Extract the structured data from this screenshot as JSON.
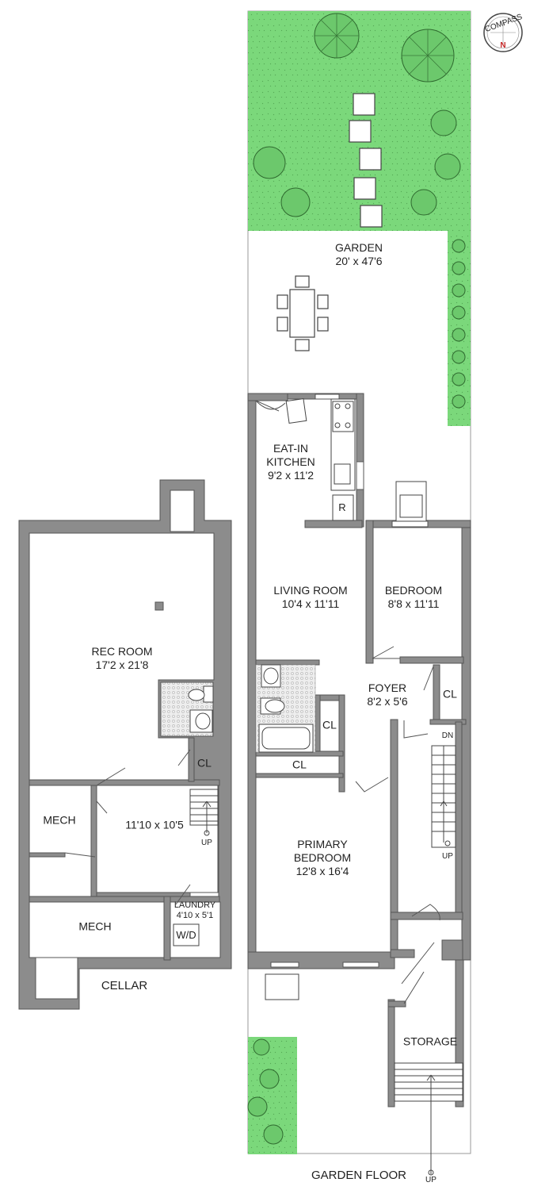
{
  "compass": {
    "text": "COMPASS",
    "north": "N"
  },
  "cellar": {
    "title": "CELLAR",
    "rec_room": {
      "name": "REC ROOM",
      "dims": "17'2 x 21'8"
    },
    "closet": "CL",
    "mech_upper": "MECH",
    "mech_lower": "MECH",
    "center_room_dims": "11'10 x 10'5",
    "stair_up": "UP",
    "laundry": {
      "name": "LAUNDRY",
      "dims": "4'10 x 5'1"
    },
    "washer_dryer": "W/D"
  },
  "garden_floor": {
    "title": "GARDEN FLOOR",
    "garden": {
      "name": "GARDEN",
      "dims": "20' x 47'6"
    },
    "kitchen": {
      "name_line1": "EAT-IN",
      "name_line2": "KITCHEN",
      "dims": "9'2 x 11'2"
    },
    "refrigerator": "R",
    "living_room": {
      "name": "LIVING ROOM",
      "dims": "10'4 x 11'11"
    },
    "bedroom": {
      "name": "BEDROOM",
      "dims": "8'8 x 11'11"
    },
    "foyer": {
      "name": "FOYER",
      "dims": "8'2 x 5'6"
    },
    "closet_right": "CL",
    "closet_center": "CL",
    "closet_hall": "CL",
    "stair_down": "DN",
    "stair_up": "UP",
    "primary_bedroom": {
      "name_line1": "PRIMARY",
      "name_line2": "BEDROOM",
      "dims": "12'8 x 16'4"
    },
    "storage": "STORAGE",
    "exterior_stair_up": "UP"
  },
  "colors": {
    "wall": "#8c8c8c",
    "wall_edge": "#555555",
    "lawn": "#7bd87b",
    "tile": "#e2e2e2"
  }
}
